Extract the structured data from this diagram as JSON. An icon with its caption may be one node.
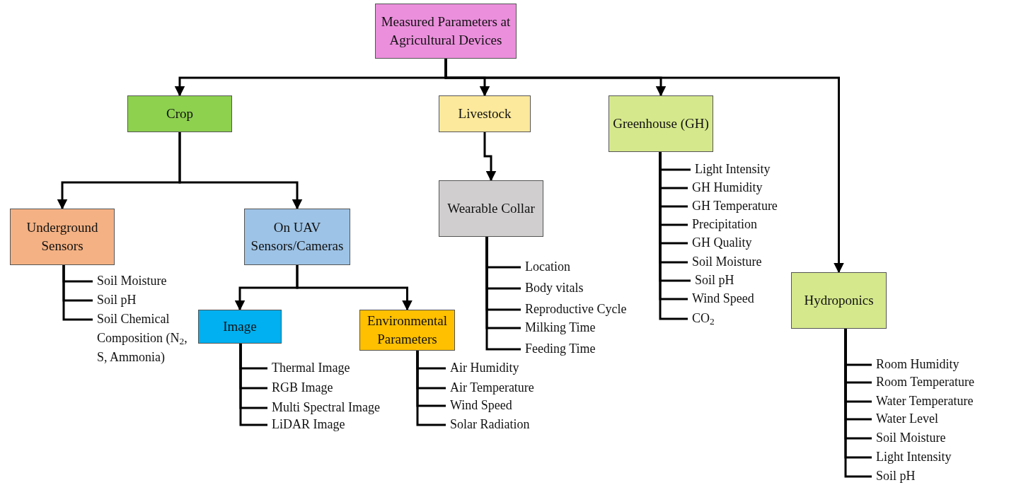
{
  "diagram": {
    "nodes": [
      {
        "text": [
          "Measured Parameters at Agricultural Devices"
        ]
      },
      {
        "text": [
          "Crop"
        ]
      },
      {
        "text": [
          "Livestock"
        ]
      },
      {
        "text": [
          "Greenhouse (GH)"
        ]
      },
      {
        "text": [
          "Hydroponics"
        ]
      },
      {
        "text": [
          "Underground Sensors"
        ]
      },
      {
        "text": [
          "On UAV Sensors/Cameras"
        ]
      },
      {
        "text": [
          "Wearable Collar"
        ]
      },
      {
        "text": [
          "Image"
        ]
      },
      {
        "text": [
          "Environmental Parameters"
        ]
      },
      {
        "text": [
          "Soil Moisture"
        ]
      },
      {
        "text": [
          "Soil pH"
        ]
      },
      {
        "text": [
          "Soil Chemical Composition (N$_{2}$, S, Ammonia)"
        ]
      },
      {
        "text": [
          "Thermal Image"
        ]
      },
      {
        "text": [
          "RGB Image"
        ]
      },
      {
        "text": [
          "Multi Spectral Image"
        ]
      },
      {
        "text": [
          "LiDAR Image"
        ]
      },
      {
        "text": [
          "Air Humidity"
        ]
      },
      {
        "text": [
          "Air Temperature"
        ]
      },
      {
        "text": [
          "Wind Speed"
        ]
      },
      {
        "text": [
          "Solar Radiation"
        ]
      },
      {
        "text": [
          "Location"
        ]
      },
      {
        "text": [
          "Body vitals"
        ]
      },
      {
        "text": [
          "Reproductive Cycle"
        ]
      },
      {
        "text": [
          "Milking Time"
        ]
      },
      {
        "text": [
          "Feeding Time"
        ]
      },
      {
        "text": [
          "Light Intensity"
        ]
      },
      {
        "text": [
          "GH Humidity"
        ]
      },
      {
        "text": [
          "GH Temperature"
        ]
      },
      {
        "text": [
          "Precipitation"
        ]
      },
      {
        "text": [
          "GH Quality"
        ]
      },
      {
        "text": [
          "Soil Moisture"
        ]
      },
      {
        "text": [
          "Soil pH"
        ]
      },
      {
        "text": [
          "Wind Speed"
        ]
      },
      {
        "text": [
          "CO$_{2}$"
        ]
      },
      {
        "text": [
          "Room Humidity"
        ]
      },
      {
        "text": [
          "Room Temperature"
        ]
      },
      {
        "text": [
          "Water Temperature"
        ]
      },
      {
        "text": [
          "Water Level"
        ]
      },
      {
        "text": [
          "Soil Moisture"
        ]
      },
      {
        "text": [
          "Light Intensity"
        ]
      },
      {
        "text": [
          "Soil pH"
        ]
      }
    ],
    "edges": [
      {
        "from": 0,
        "to": 1,
        "arrow": "to"
      },
      {
        "from": 0,
        "to": 2,
        "arrow": "to"
      },
      {
        "from": 0,
        "to": 3,
        "arrow": "to"
      },
      {
        "from": 0,
        "to": 4,
        "arrow": "to"
      },
      {
        "from": 1,
        "to": 5,
        "arrow": "to"
      },
      {
        "from": 1,
        "to": 6,
        "arrow": "to"
      },
      {
        "from": 2,
        "to": 7,
        "arrow": "to"
      },
      {
        "from": 6,
        "to": 8,
        "arrow": "to"
      },
      {
        "from": 6,
        "to": 9,
        "arrow": "to"
      },
      {
        "from": 5,
        "to": 10,
        "arrow": "none"
      },
      {
        "from": 5,
        "to": 11,
        "arrow": "none"
      },
      {
        "from": 5,
        "to": 12,
        "arrow": "none"
      },
      {
        "from": 8,
        "to": 13,
        "arrow": "none"
      },
      {
        "from": 8,
        "to": 14,
        "arrow": "none"
      },
      {
        "from": 8,
        "to": 15,
        "arrow": "none"
      },
      {
        "from": 8,
        "to": 16,
        "arrow": "none"
      },
      {
        "from": 9,
        "to": 17,
        "arrow": "none"
      },
      {
        "from": 9,
        "to": 18,
        "arrow": "none"
      },
      {
        "from": 9,
        "to": 19,
        "arrow": "none"
      },
      {
        "from": 9,
        "to": 20,
        "arrow": "none"
      },
      {
        "from": 7,
        "to": 21,
        "arrow": "none"
      },
      {
        "from": 7,
        "to": 22,
        "arrow": "none"
      },
      {
        "from": 7,
        "to": 23,
        "arrow": "none"
      },
      {
        "from": 7,
        "to": 24,
        "arrow": "none"
      },
      {
        "from": 7,
        "to": 25,
        "arrow": "none"
      },
      {
        "from": 3,
        "to": 26,
        "arrow": "none"
      },
      {
        "from": 3,
        "to": 27,
        "arrow": "none"
      },
      {
        "from": 3,
        "to": 28,
        "arrow": "none"
      },
      {
        "from": 3,
        "to": 29,
        "arrow": "none"
      },
      {
        "from": 3,
        "to": 30,
        "arrow": "none"
      },
      {
        "from": 3,
        "to": 31,
        "arrow": "none"
      },
      {
        "from": 3,
        "to": 32,
        "arrow": "none"
      },
      {
        "from": 3,
        "to": 33,
        "arrow": "none"
      },
      {
        "from": 3,
        "to": 34,
        "arrow": "none"
      },
      {
        "from": 4,
        "to": 35,
        "arrow": "none"
      },
      {
        "from": 4,
        "to": 36,
        "arrow": "none"
      },
      {
        "from": 4,
        "to": 37,
        "arrow": "none"
      },
      {
        "from": 4,
        "to": 38,
        "arrow": "none"
      },
      {
        "from": 4,
        "to": 39,
        "arrow": "none"
      },
      {
        "from": 4,
        "to": 40,
        "arrow": "none"
      },
      {
        "from": 4,
        "to": 41,
        "arrow": "none"
      }
    ]
  }
}
